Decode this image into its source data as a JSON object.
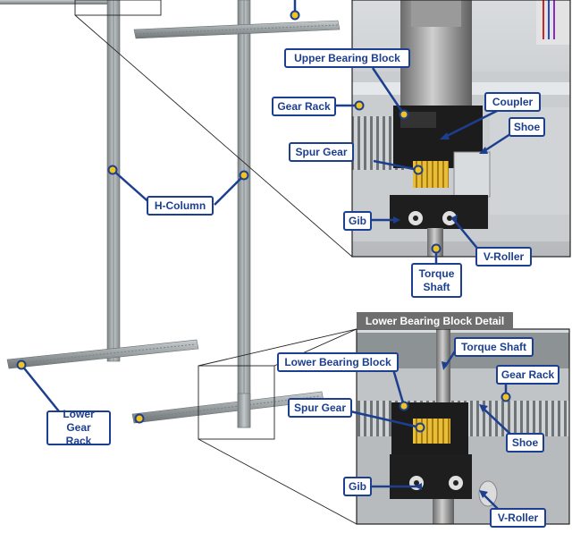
{
  "detail_title": "Lower Bearing Block Detail",
  "labels": {
    "upper_bearing_block": "Upper Bearing Block",
    "gear_rack_upper": "Gear Rack",
    "coupler": "Coupler",
    "shoe_upper": "Shoe",
    "spur_gear_upper": "Spur Gear",
    "h_column": "H-Column",
    "gib_upper": "Gib",
    "v_roller_upper": "V-Roller",
    "torque_shaft_upper": "Torque Shaft",
    "lower_gear_rack": "Lower Gear Rack",
    "torque_shaft_lower": "Torque Shaft",
    "lower_bearing_block": "Lower Bearing Block",
    "gear_rack_lower": "Gear Rack",
    "spur_gear_lower": "Spur Gear",
    "shoe_lower": "Shoe",
    "gib_lower": "Gib",
    "v_roller_lower": "V-Roller"
  },
  "colors": {
    "callout": "#1d3f8f",
    "marker": "#f2c31a",
    "steel": "#9ea4a6",
    "gear": "#e0b334"
  }
}
